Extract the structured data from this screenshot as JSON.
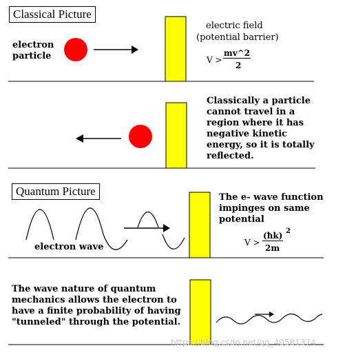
{
  "panels": {
    "classical_title": "Classical Picture",
    "electron_particle": [
      "electron",
      "particle"
    ],
    "electric_field": [
      "electric field",
      "(potential barrier)"
    ],
    "formula1": {
      "lhs": "V >",
      "num": "mv^2",
      "den": "2"
    },
    "reflected_text": [
      "Classically a particle",
      "cannot travel in a",
      "region where it has",
      "negative kinetic",
      "energy, so it is totally",
      "reflected."
    ],
    "quantum_title": "Quantum Picture",
    "wave_function_text": [
      "The e- wave function",
      "impinges on same",
      "potential"
    ],
    "formula2": {
      "lhs": "V >",
      "num": "(ħk)",
      "exp": "2",
      "den": "2m"
    },
    "electron_wave": "electron wave",
    "tunnel_text": [
      "The wave nature of quantum",
      "mechanics allows the electron to",
      "have a finite probability of having",
      "\"tunneled\" through the potential."
    ]
  },
  "watermark": "https://blog.csdn.net/qq_40581374",
  "colors": {
    "particle": "#ff0000",
    "barrier": "#ffff00",
    "stroke": "#000000"
  }
}
